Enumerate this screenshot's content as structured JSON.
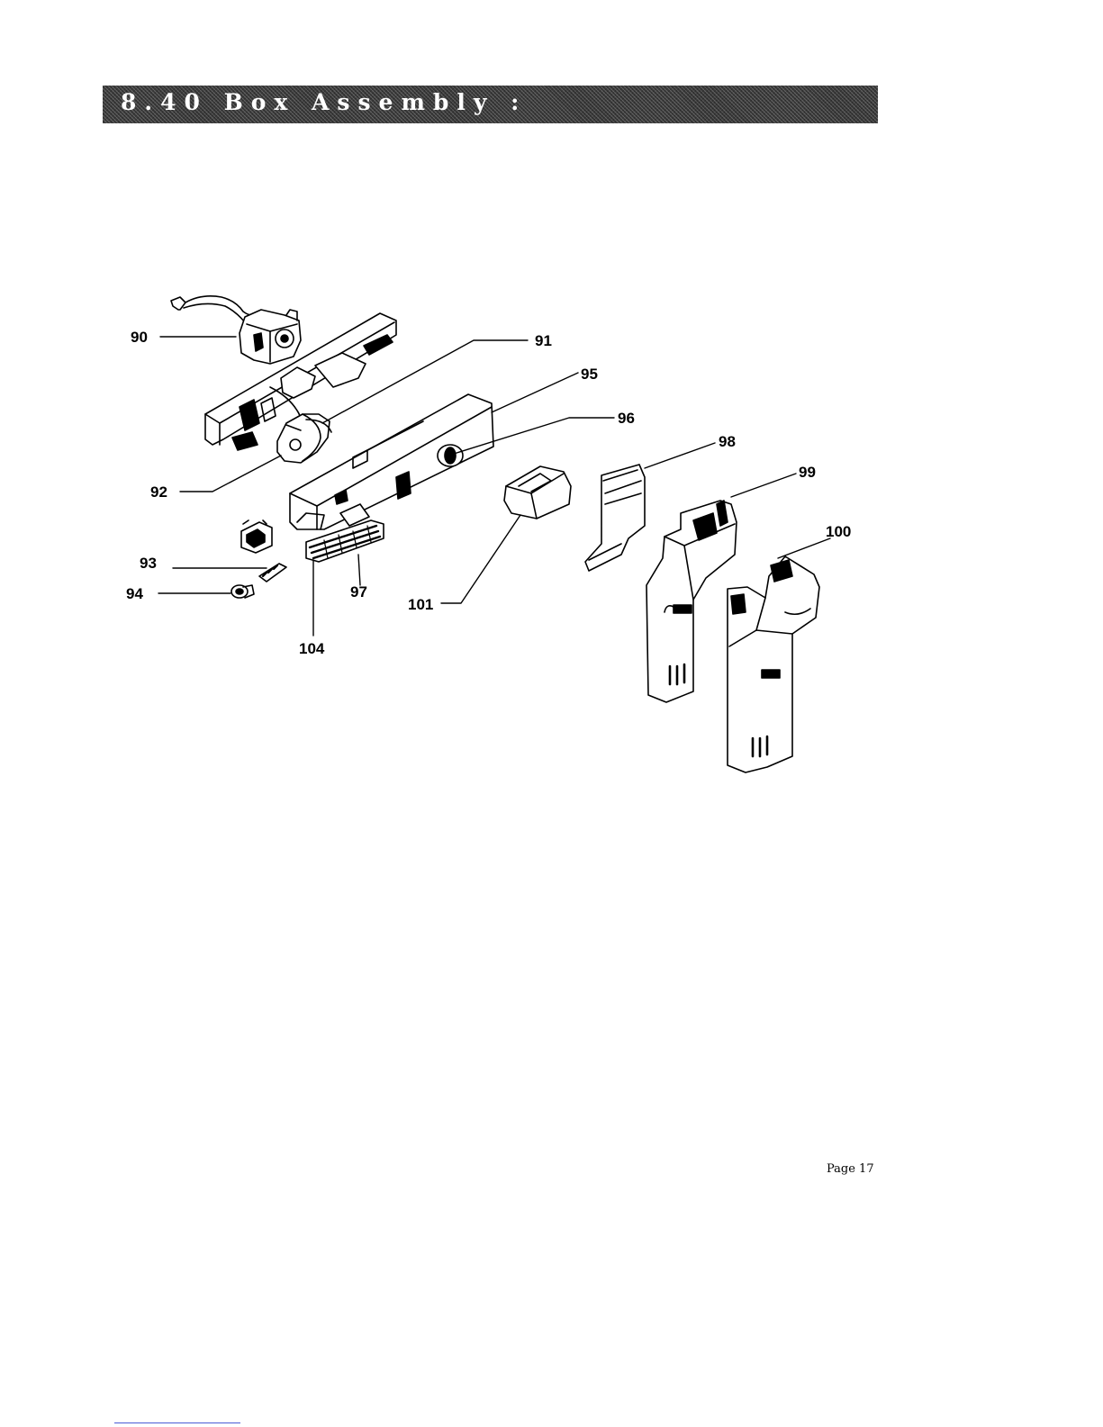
{
  "header": {
    "title": "8.40 Box Assembly :"
  },
  "diagram": {
    "callouts": {
      "c90": "90",
      "c91": "91",
      "c92": "92",
      "c93": "93",
      "c94": "94",
      "c95": "95",
      "c96": "96",
      "c97": "97",
      "c98": "98",
      "c99": "99",
      "c100": "100",
      "c101": "101",
      "c104": "104"
    }
  },
  "footer": {
    "page_label": "Page 17"
  }
}
